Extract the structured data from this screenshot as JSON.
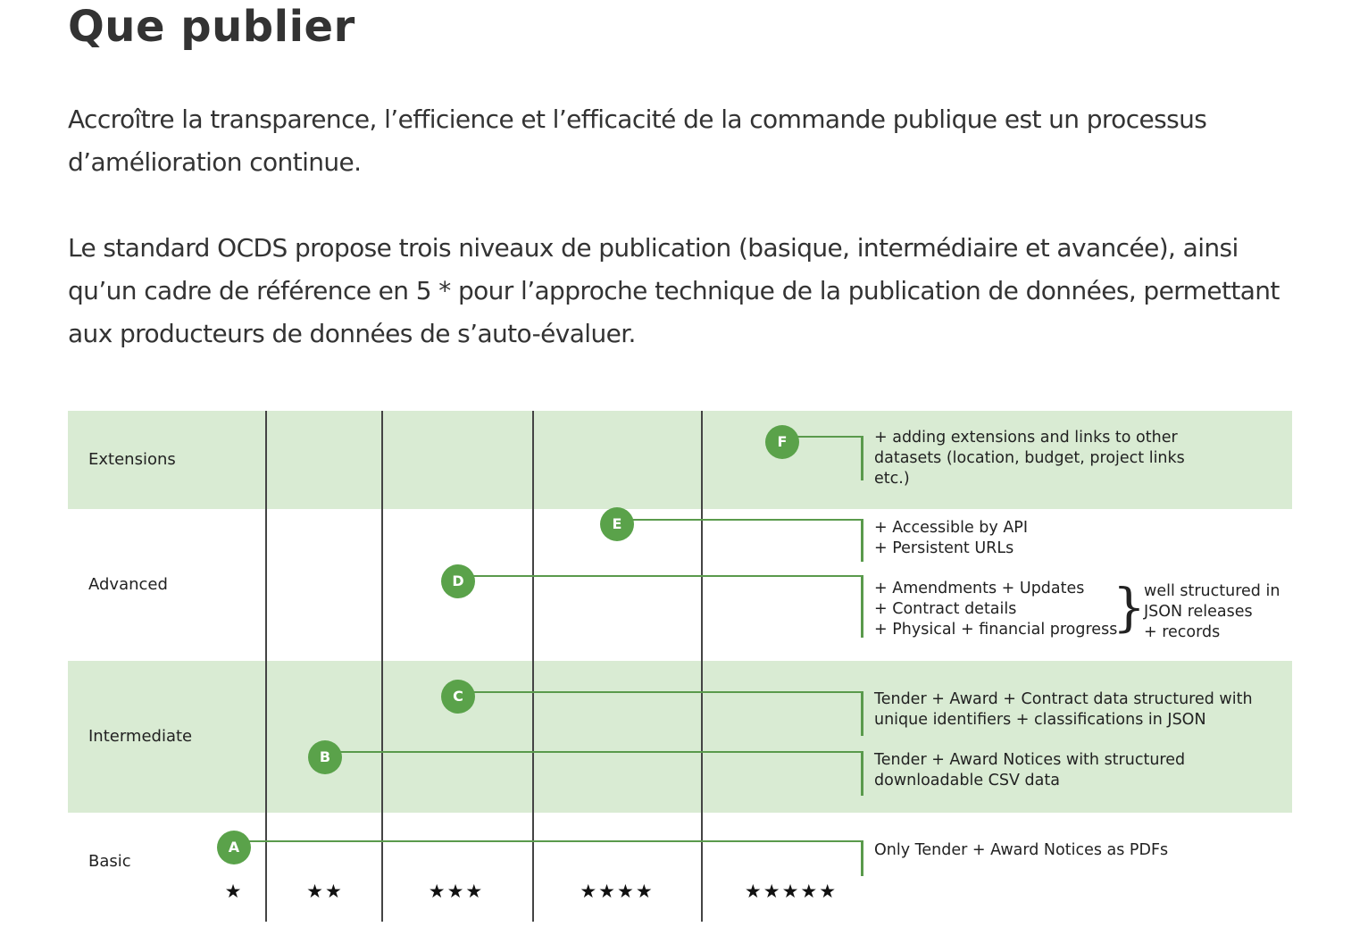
{
  "page": {
    "title": "Que publier",
    "paragraph_1": "Accroître la transparence, l’efficience et l’efficacité de la commande publique est un processus d’amélioration continue.",
    "paragraph_2": "Le standard OCDS propose trois niveaux de publication (basique, intermédiaire et avancée), ainsi qu’un cadre de référence en 5 * pour l’approche technique de la publication de données, permettant aux producteurs de données de s’auto-évaluer."
  },
  "colors": {
    "band_green": "#d9ebd3",
    "accent_green": "#5aa24a",
    "line_green": "#5a9a4c"
  },
  "diagram": {
    "rows": [
      {
        "key": "extensions",
        "label": "Extensions"
      },
      {
        "key": "advanced",
        "label": "Advanced"
      },
      {
        "key": "intermediate",
        "label": "Intermediate"
      },
      {
        "key": "basic",
        "label": "Basic"
      }
    ],
    "columns": [
      {
        "stars": "★"
      },
      {
        "stars": "★★"
      },
      {
        "stars": "★★★"
      },
      {
        "stars": "★★★★"
      },
      {
        "stars": "★★★★★"
      }
    ],
    "steps": [
      {
        "letter": "A",
        "row": "basic",
        "description": "Only Tender + Award Notices as PDFs"
      },
      {
        "letter": "B",
        "row": "intermediate",
        "description": "Tender + Award Notices with structured\ndownloadable CSV data"
      },
      {
        "letter": "C",
        "row": "intermediate",
        "description": "Tender + Award + Contract data structured with\nunique identifiers + classifications in JSON"
      },
      {
        "letter": "D",
        "row": "advanced",
        "description": "+ Amendments + Updates\n+ Contract details\n+ Physical + financial progress"
      },
      {
        "letter": "E",
        "row": "advanced",
        "description": "+ Accessible by API\n+ Persistent URLs"
      },
      {
        "letter": "F",
        "row": "extensions",
        "description": "+ adding extensions and links to other\ndatasets (location, budget, project links\netc.)"
      }
    ],
    "d_note": "well structured in\nJSON releases\n+ records",
    "brace_symbol": "}"
  }
}
